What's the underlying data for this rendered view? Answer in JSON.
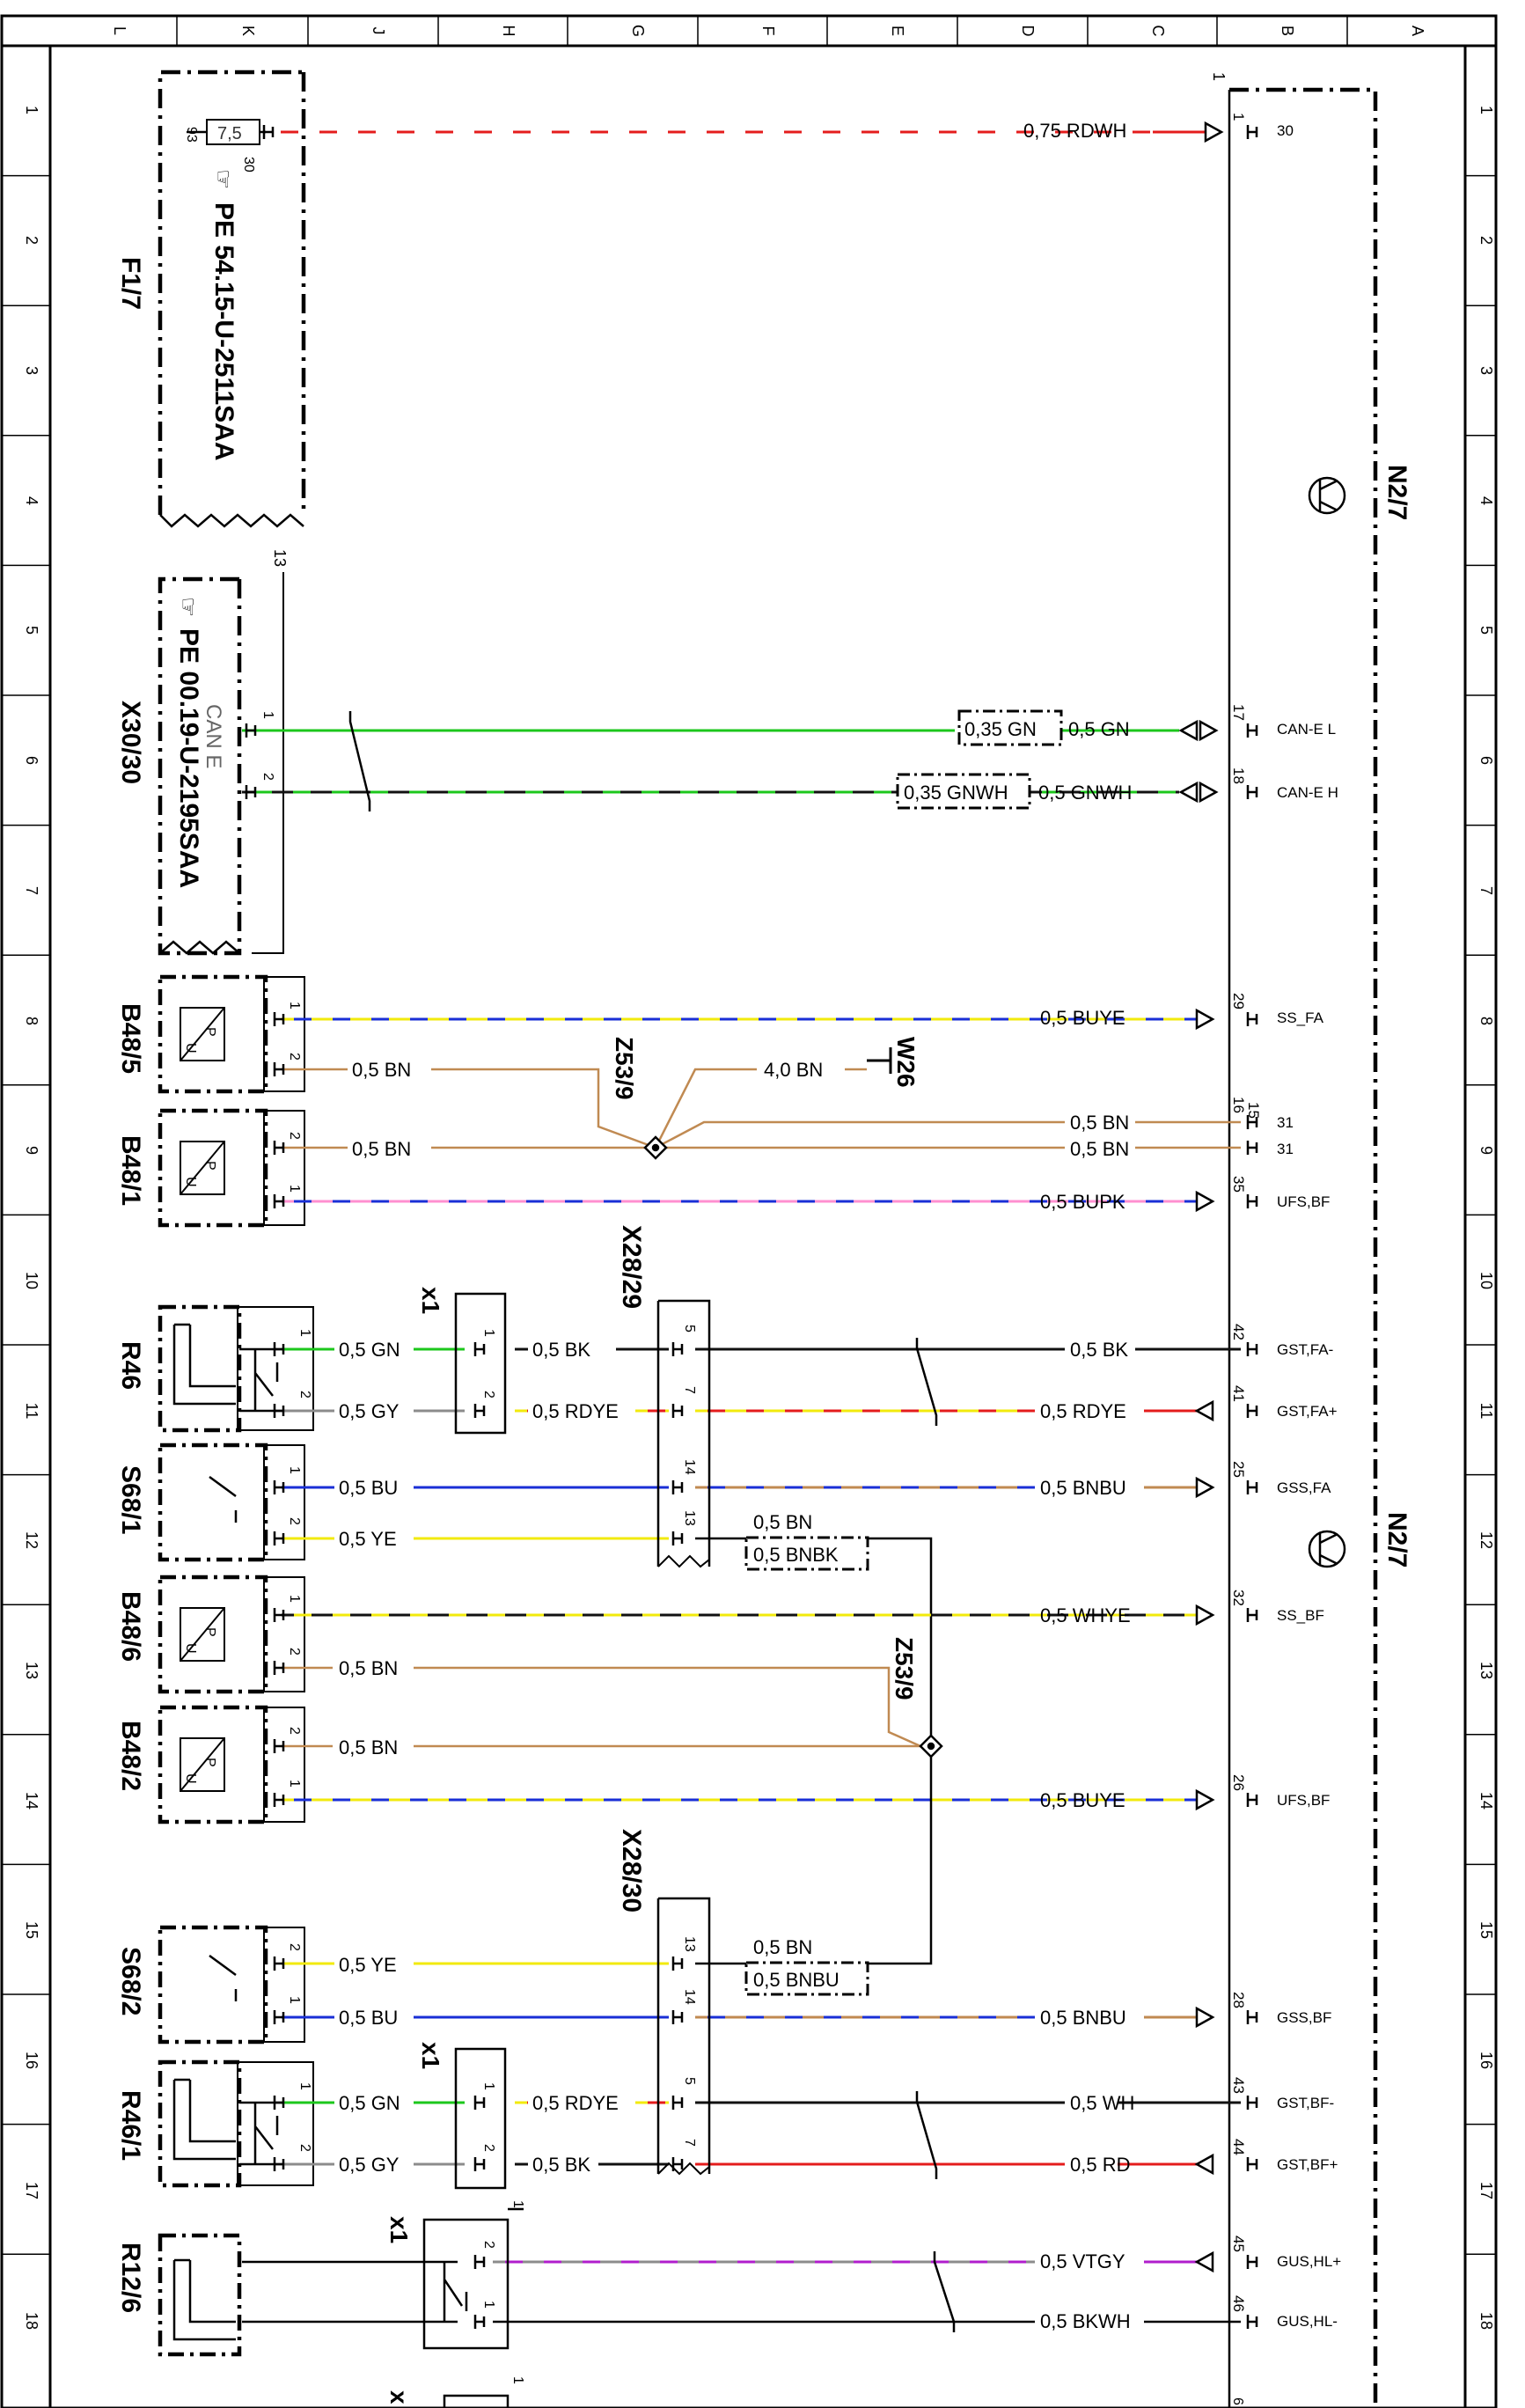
{
  "rulers": {
    "top_letters": [
      "L",
      "K",
      "J",
      "H",
      "G",
      "F",
      "E",
      "D",
      "C",
      "B",
      "A"
    ],
    "side_numbers": [
      "1",
      "2",
      "3",
      "4",
      "5",
      "6",
      "7",
      "8",
      "9",
      "10",
      "11",
      "12",
      "13",
      "14",
      "15",
      "16",
      "17",
      "18"
    ]
  },
  "colors": {
    "RD": "#e41c1c",
    "GN": "#1cc71c",
    "BK": "#111111",
    "BU": "#1a2fd6",
    "YE": "#f2ea0c",
    "BN": "#c08a52",
    "GY": "#8c8c8c",
    "PK": "#ff8fd0",
    "WH": "#ffffff",
    "VT": "#b01ecc"
  },
  "components": {
    "f1_7": {
      "name": "F1/7",
      "ref": "PE 54.15-U-2511SAA",
      "fuse_value": "7,5",
      "fuse_pin_in": "93",
      "fuse_pin_out": "30"
    },
    "x30_30": {
      "name": "X30/30",
      "ref": "PE 00.19-U-2195SAA",
      "bus": "CAN E",
      "corner": "13"
    },
    "b48_5": {
      "name": "B48/5"
    },
    "b48_1": {
      "name": "B48/1"
    },
    "r46": {
      "name": "R46"
    },
    "s68_1": {
      "name": "S68/1"
    },
    "b48_6": {
      "name": "B48/6"
    },
    "b48_2": {
      "name": "B48/2"
    },
    "s68_2": {
      "name": "S68/2"
    },
    "r46_1": {
      "name": "R46/1"
    },
    "r12_6": {
      "name": "R12/6"
    },
    "z53_9_a": {
      "name": "Z53/9"
    },
    "z53_9_b": {
      "name": "Z53/9"
    },
    "w26": {
      "name": "W26"
    },
    "x28_29": {
      "name": "X28/29"
    },
    "x28_30": {
      "name": "X28/30"
    },
    "x1_a": {
      "name": "x1"
    },
    "x1_b": {
      "name": "x1"
    },
    "x1_c": {
      "name": "x1"
    },
    "x1_d": {
      "name": "x"
    },
    "n2_7_top": {
      "name": "N2/7",
      "corner": "1"
    },
    "n2_7_bottom": {
      "name": "N2/7"
    }
  },
  "wires": {
    "f1_out": {
      "label": "0,75 RDWH",
      "pin": "1",
      "signal": "30",
      "near_pin": "1"
    },
    "can_l": {
      "left_pin": "1",
      "label": "0,5 GN",
      "box_label": "0,35 GN",
      "pin": "17",
      "signal": "CAN-E L"
    },
    "can_h": {
      "left_pin": "2",
      "label": "0,5 GNWH",
      "box_label": "0,35 GNWH",
      "pin": "18",
      "signal": "CAN-E H"
    },
    "b48_5_sig": {
      "left_pin": "1",
      "label": "0,5 BUYE",
      "pin": "29",
      "signal": "SS_FA"
    },
    "b48_5_gnd": {
      "left_pin": "2",
      "label": "0,5 BN"
    },
    "w26_gnd": {
      "label": "4,0 BN"
    },
    "gnd_31a": {
      "label": "0,5 BN",
      "pin": "16",
      "signal": "31"
    },
    "gnd_31b": {
      "label": "0,5 BN",
      "pin": "15",
      "signal": "31"
    },
    "b48_1_gnd": {
      "left_pin": "2",
      "label": "0,5 BN"
    },
    "b48_1_sig": {
      "left_pin": "1",
      "label": "0,5 BUPK",
      "pin": "35",
      "signal": "UFS,BF"
    },
    "r46_a": {
      "left_pin": "1",
      "label_left": "0,5 GN",
      "x1_pin": "1",
      "label_mid": "0,5 BK",
      "x28_pin": "5",
      "label": "0,5 BK",
      "pin": "42",
      "signal": "GST,FA-"
    },
    "r46_b": {
      "left_pin": "2",
      "label_left": "0,5 GY",
      "x1_pin": "2",
      "label_mid": "0,5 RDYE",
      "x28_pin": "7",
      "label": "0,5 RDYE",
      "pin": "41",
      "signal": "GST,FA+"
    },
    "s68_1_a": {
      "left_pin": "1",
      "label_left": "0,5 BU",
      "x28_pin": "14",
      "label": "0,5 BNBU",
      "pin": "25",
      "signal": "GSS,FA"
    },
    "s68_1_b": {
      "left_pin": "2",
      "label_left": "0,5 YE",
      "x28_pin": "13",
      "label": "0,5 BN",
      "box_label": "0,5 BNBK"
    },
    "b48_6_sig": {
      "left_pin": "1",
      "label": "0,5 WHYE",
      "pin": "32",
      "signal": "SS_BF"
    },
    "b48_6_gnd": {
      "left_pin": "2",
      "label": "0,5 BN"
    },
    "b48_2_gnd": {
      "left_pin": "2",
      "label": "0,5 BN"
    },
    "b48_2_sig": {
      "left_pin": "1",
      "label": "0,5 BUYE",
      "pin": "26",
      "signal": "UFS,BF"
    },
    "s68_2_a": {
      "left_pin": "2",
      "label_left": "0,5 YE",
      "x28_pin": "13",
      "label": "0,5 BN",
      "box_label": "0,5 BNBU"
    },
    "s68_2_b": {
      "left_pin": "1",
      "label_left": "0,5 BU",
      "x28_pin": "14",
      "label": "0,5 BNBU",
      "pin": "28",
      "signal": "GSS,BF"
    },
    "r46_1_a": {
      "left_pin": "1",
      "label_left": "0,5 GN",
      "x1_pin": "1",
      "label_mid": "0,5 RDYE",
      "x28_pin": "5",
      "label": "0,5 WH",
      "pin": "43",
      "signal": "GST,BF-"
    },
    "r46_1_b": {
      "left_pin": "2",
      "label_left": "0,5 GY",
      "x1_pin": "2",
      "label_mid": "0,5 BK",
      "x28_pin": "7",
      "label": "0,5 RD",
      "pin": "44",
      "signal": "GST,BF+"
    },
    "r12_6_a": {
      "x1_pin": "2",
      "label": "0,5 VTGY",
      "pin": "45",
      "signal": "GUS,HL+",
      "corner": "1"
    },
    "r12_6_b": {
      "x1_pin": "1",
      "label": "0,5 BKWH",
      "pin": "46",
      "signal": "GUS,HL-"
    },
    "next": {
      "corner": "1",
      "pin": "6"
    }
  }
}
